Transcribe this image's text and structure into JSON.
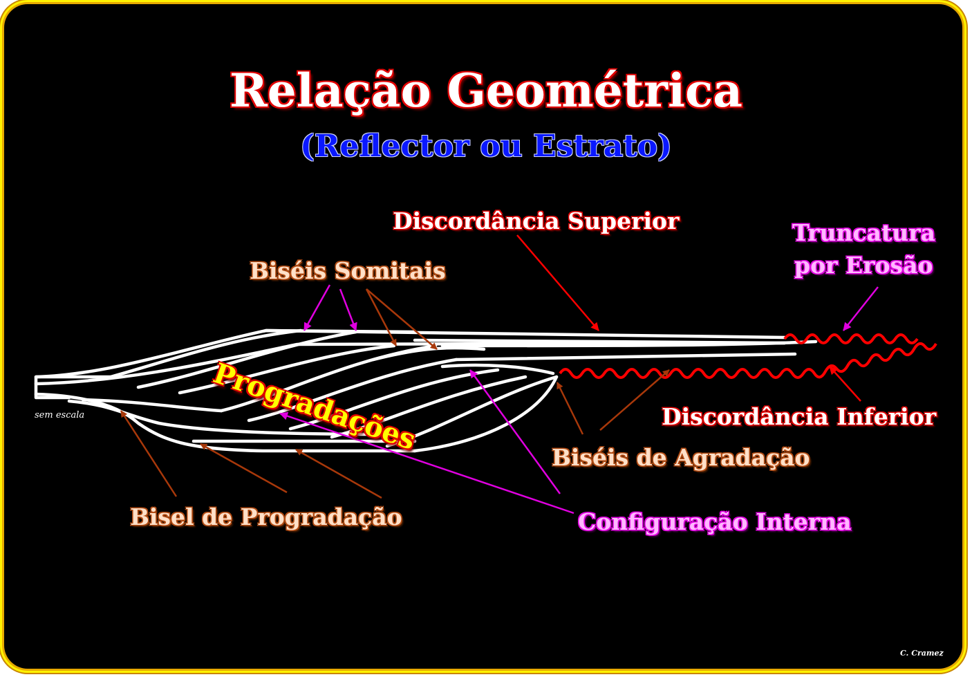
{
  "title": "Relação Geométrica",
  "subtitle": "(Reflector ou Estrato)",
  "labels": {
    "discordancia_superior": "Discordância Superior",
    "truncatura_line1": "Truncatura",
    "truncatura_line2": "por Erosão",
    "biseis_somitais": "Biséis Somitais",
    "progradacoes": "Progradações",
    "sem_escala": "sem escala",
    "discordancia_inferior": "Discordância Inferior",
    "biseis_agradacao": "Biséis de  Agradação",
    "bisel_progradacao": "Bisel de Progradação",
    "configuracao_interna": "Configuração Interna",
    "author": "C. Cramez"
  },
  "colors": {
    "background": "#000000",
    "frame": "#fff200",
    "red_label": "#e00000",
    "brown_arrow": "#a0300a",
    "magenta": "#e000e0",
    "reflector": "#ffffff",
    "unconformity": "#ff0000"
  }
}
